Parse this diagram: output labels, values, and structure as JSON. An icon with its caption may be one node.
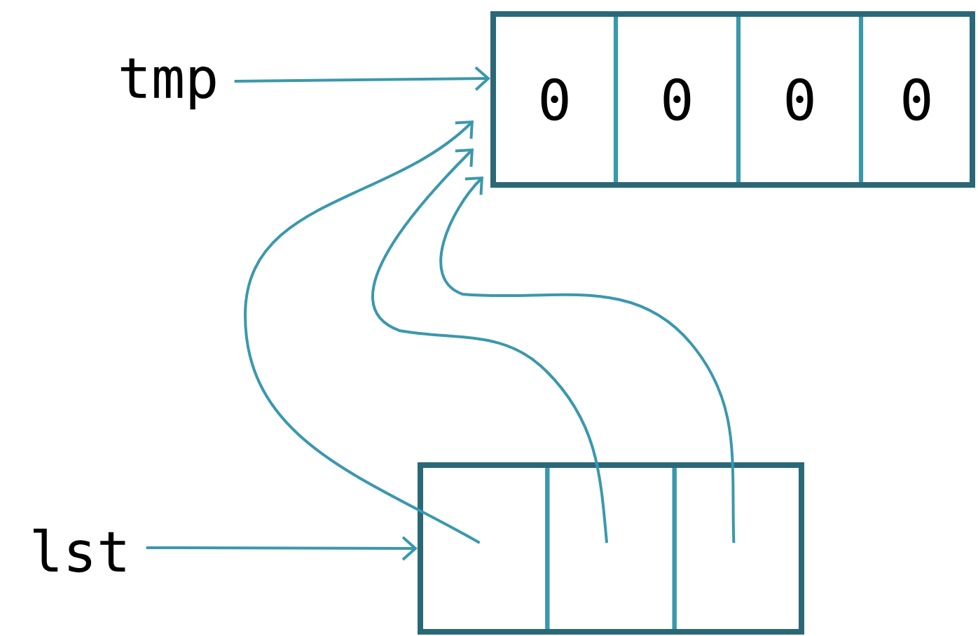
{
  "diagram": {
    "nodes": [
      {
        "text": [
          "tmp"
        ]
      },
      {
        "text": [],
        "shape": "box"
      },
      {
        "text": [
          "0"
        ],
        "in": 1
      },
      {
        "text": [
          "0"
        ],
        "in": 1
      },
      {
        "text": [
          "0"
        ],
        "in": 1
      },
      {
        "text": [
          "0"
        ],
        "in": 1
      },
      {
        "text": [
          "lst"
        ]
      },
      {
        "text": [],
        "shape": "box"
      },
      {
        "text": [],
        "shape": "box",
        "in": 7
      },
      {
        "text": [],
        "shape": "box",
        "in": 7
      },
      {
        "text": [],
        "shape": "box",
        "in": 7
      }
    ],
    "edges": [
      {
        "from": 0,
        "to": 1,
        "arrow": "to"
      },
      {
        "from": 6,
        "to": 7,
        "arrow": "to"
      },
      {
        "from": 8,
        "to": 1,
        "arrow": "to"
      },
      {
        "from": 9,
        "to": 1,
        "arrow": "to"
      },
      {
        "from": 10,
        "to": 1,
        "arrow": "to"
      }
    ]
  }
}
